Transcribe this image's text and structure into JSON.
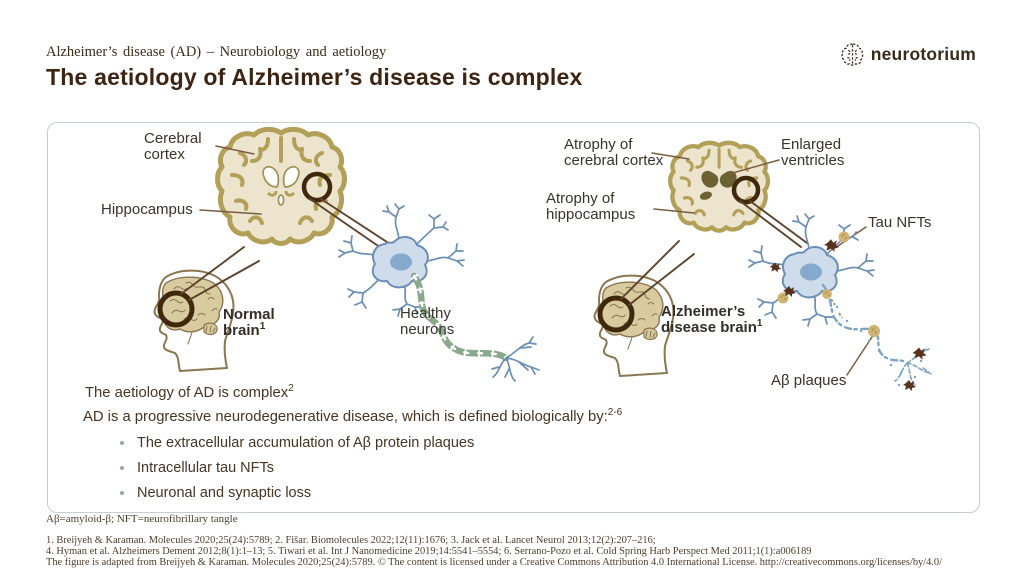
{
  "header": {
    "eyebrow": "Alzheimer’s disease (AD) – Neurobiology and aetiology",
    "title": "The aetiology of Alzheimer’s disease is complex",
    "logo_text": "neurotorium"
  },
  "figure": {
    "left": {
      "cerebral_cortex_label": "Cerebral cortex",
      "hippocampus_label": "Hippocampus",
      "brain_caption": "Normal brain",
      "brain_caption_sup": "1",
      "neurons_label": "Healthy neurons"
    },
    "right": {
      "atrophy_cortex_label": "Atrophy of cerebral cortex",
      "enlarged_ventricles_label": "Enlarged ventricles",
      "atrophy_hippocampus_label": "Atrophy of hippocampus",
      "brain_caption": "Alzheimer’s disease brain",
      "brain_caption_sup": "1",
      "tau_label": "Tau NFTs",
      "abeta_label": "Aβ plaques"
    },
    "statements": {
      "line1": "The aetiology of AD is complex",
      "line1_sup": "2",
      "line2": "AD is a progressive neurodegenerative disease, which is defined biologically by:",
      "line2_sup": "2-6",
      "bullets": [
        "The extracellular accumulation of Aβ protein plaques",
        "Intracellular tau NFTs",
        "Neuronal and synaptic loss"
      ]
    }
  },
  "footer": {
    "abbreviations": "Aβ=amyloid-β; NFT=neurofibrillary tangle",
    "references": [
      "1. Breijyeh & Karaman. Molecules 2020;25(24):5789; 2. Fišar. Biomolecules 2022;12(11):1676; 3. Jack et al. Lancet Neurol 2013;12(2):207–216;",
      "4. Hyman et al. Alzheimers Dement 2012;8(1):1–13; 5. Tiwari et al. Int J Nanomedicine 2019;14:5541–5554; 6. Serrano-Pozo et al. Cold Spring Harb Perspect Med 2011;1(1):a006189",
      "The figure is adapted from Breijyeh & Karaman. Molecules 2020;25(24):5789. © The content is licensed under a Creative Commons Attribution 4.0 International License. http://creativecommons.org/licenses/by/4.0/"
    ]
  },
  "colors": {
    "title": "#3d2413",
    "brain_tan": "#b2a058",
    "brain_cream": "#ece4cc",
    "ventricle_olive": "#6b6133",
    "neuron_blue": "#6b8fb4",
    "myelin_green": "#8aa98c",
    "abeta_plaque": "#cfb475",
    "tau_tangle": "#57321c"
  }
}
